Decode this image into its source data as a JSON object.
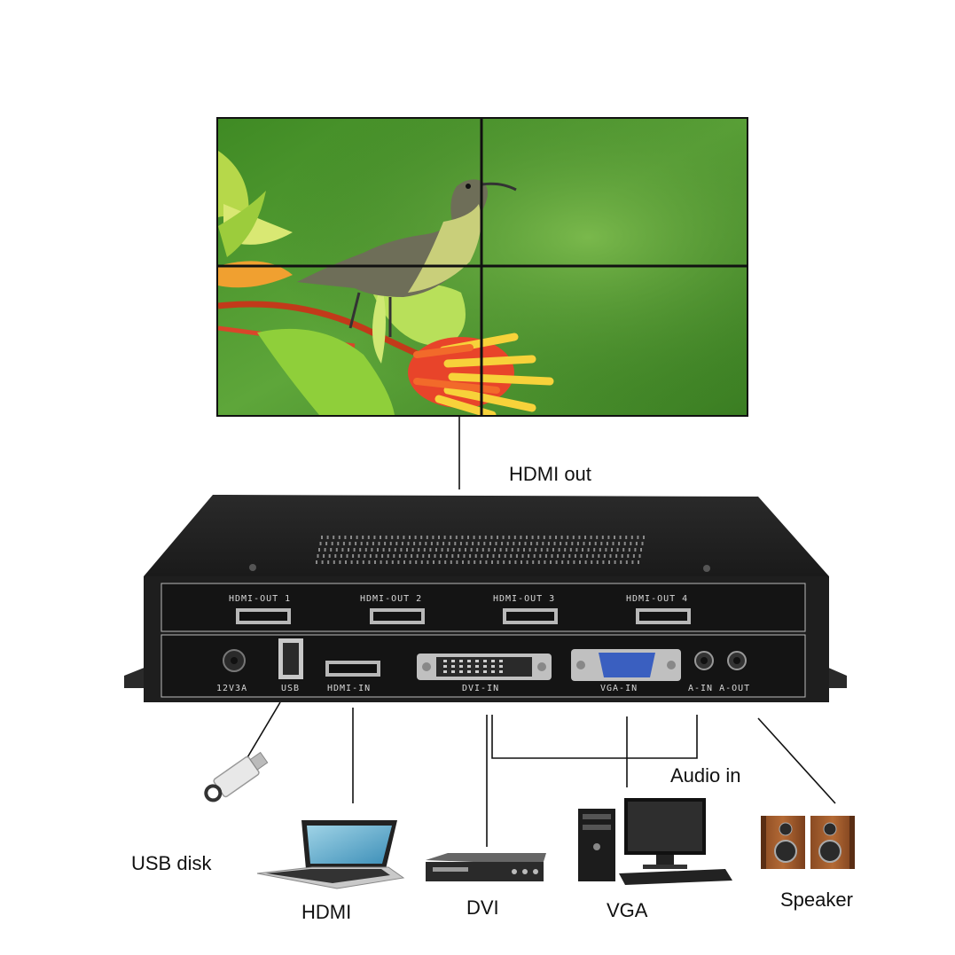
{
  "video_wall": {
    "rows": 2,
    "cols": 2,
    "frame_color": "#111111",
    "image_desc_colors": {
      "background": "#4f9a2e",
      "leaf": "#8fcf3a",
      "flower": "#f04a2a",
      "bird_body": "#6e6e58",
      "bird_belly": "#c9cf7a"
    }
  },
  "labels": {
    "hdmi_out": "HDMI out",
    "audio_in": "Audio in",
    "usb_disk": "USB disk",
    "hdmi": "HDMI",
    "dvi": "DVI",
    "vga": "VGA",
    "speaker": "Speaker"
  },
  "device": {
    "body_color": "#1e1e1e",
    "panel_color": "#141414",
    "outputs": [
      {
        "label": "HDMI-OUT 1"
      },
      {
        "label": "HDMI-OUT 2"
      },
      {
        "label": "HDMI-OUT 3"
      },
      {
        "label": "HDMI-OUT 4"
      }
    ],
    "inputs": [
      {
        "label": "12V3A",
        "kind": "power"
      },
      {
        "label": "USB",
        "kind": "usb"
      },
      {
        "label": "HDMI-IN",
        "kind": "hdmi"
      },
      {
        "label": "DVI-IN",
        "kind": "dvi"
      },
      {
        "label": "VGA-IN",
        "kind": "vga"
      },
      {
        "label": "A-IN A-OUT",
        "kind": "audio"
      }
    ]
  },
  "peripherals": [
    {
      "name": "usb-disk",
      "icon": "usb-flash-drive-icon"
    },
    {
      "name": "laptop",
      "icon": "laptop-icon"
    },
    {
      "name": "dvd-player",
      "icon": "dvd-player-icon"
    },
    {
      "name": "desktop-pc",
      "icon": "desktop-computer-icon"
    },
    {
      "name": "speakers",
      "icon": "speaker-pair-icon"
    }
  ]
}
